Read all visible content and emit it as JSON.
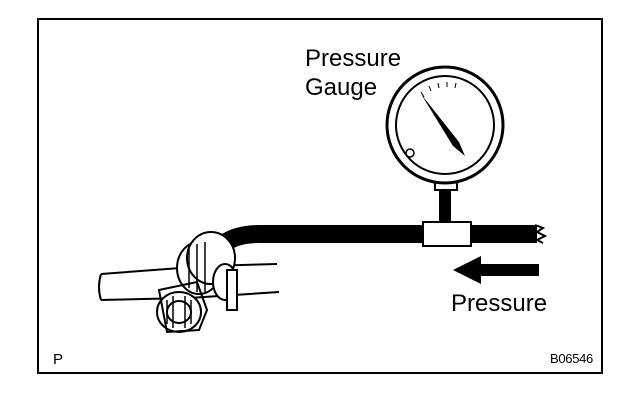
{
  "labels": {
    "gauge_line1": "Pressure",
    "gauge_line2": "Gauge",
    "flow": "Pressure",
    "corner_mark": "P",
    "figure_id": "B06546"
  },
  "colors": {
    "ink": "#000000",
    "paper": "#ffffff"
  }
}
